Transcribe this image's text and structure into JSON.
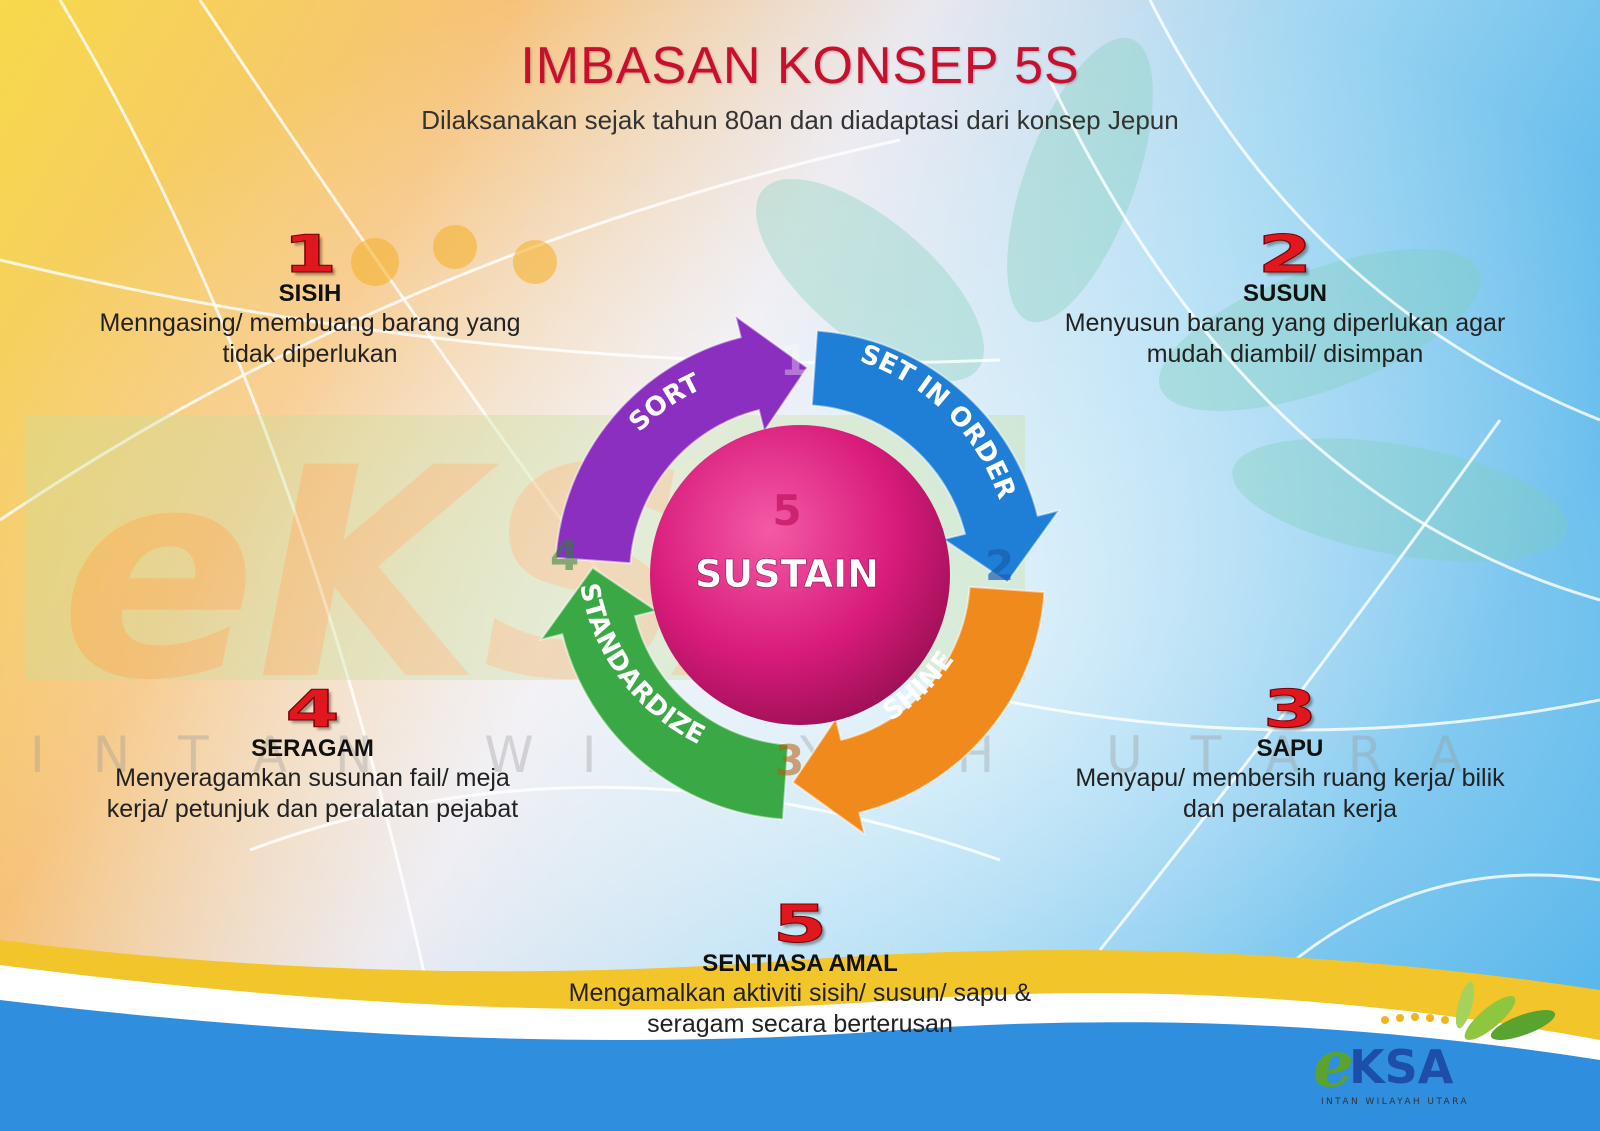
{
  "title": "IMBASAN KONSEP 5S",
  "subtitle": "Dilaksanakan sejak tahun 80an dan diadaptasi dari konsep Jepun",
  "steps": [
    {
      "num": "1",
      "head": "SISIH",
      "line1": "Menngasing/ membuang barang yang",
      "line2": "tidak diperlukan"
    },
    {
      "num": "2",
      "head": "SUSUN",
      "line1": "Menyusun barang yang diperlukan agar",
      "line2": "mudah diambil/ disimpan"
    },
    {
      "num": "3",
      "head": "SAPU",
      "line1": "Menyapu/ membersih ruang kerja/ bilik",
      "line2": "dan peralatan kerja"
    },
    {
      "num": "4",
      "head": "SERAGAM",
      "line1": "Menyeragamkan susunan fail/ meja",
      "line2": "kerja/ petunjuk dan peralatan pejabat"
    },
    {
      "num": "5",
      "head": "SENTIASA AMAL",
      "line1": "Mengamalkan aktiviti sisih/ susun/ sapu &",
      "line2": "seragam secara berterusan"
    }
  ],
  "cycle": {
    "center": "SUSTAIN",
    "center_num": "5",
    "segments": [
      {
        "label": "SORT",
        "num": "1",
        "color": "#8a2fc0"
      },
      {
        "label": "SET IN ORDER",
        "num": "2",
        "color": "#1f7fd6"
      },
      {
        "label": "SHINE",
        "num": "3",
        "color": "#f08a1c"
      },
      {
        "label": "STANDARDIZE",
        "num": "4",
        "color": "#3aa845"
      }
    ]
  },
  "watermark": {
    "logo": "eKSA",
    "tagline": "INTAN WILAYAH UTARA"
  },
  "logo": {
    "e": "e",
    "text": "KSA",
    "tagline": "INTAN WILAYAH UTARA"
  },
  "colors": {
    "title": "#c8102e",
    "number": "#e0171f",
    "center": "#e0197a",
    "bottom_blue": "#2f8fde",
    "bottom_yellow": "#f2c52a"
  }
}
